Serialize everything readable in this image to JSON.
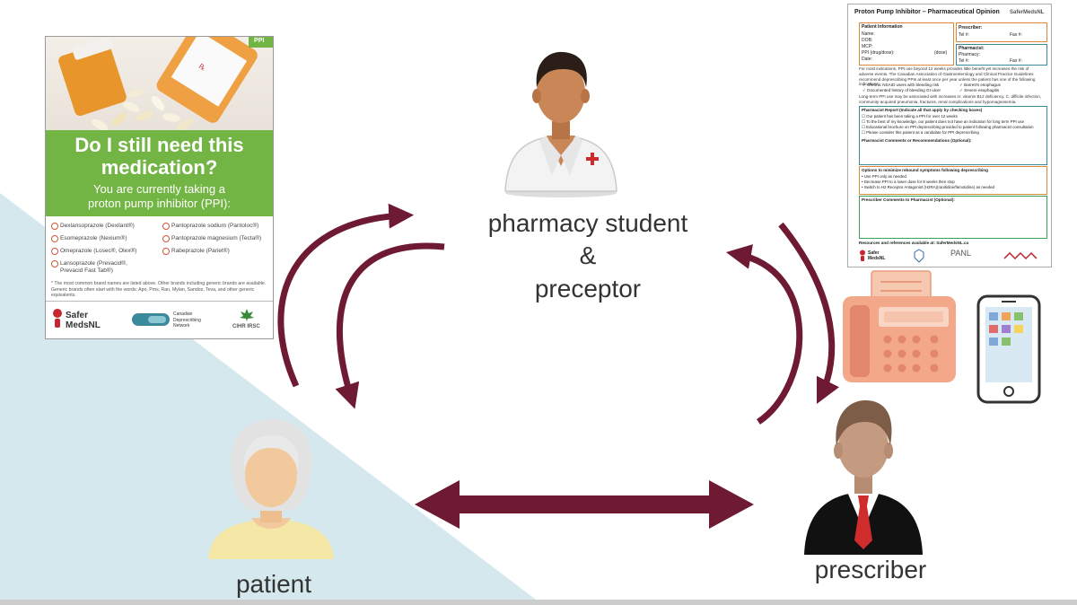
{
  "labels": {
    "student_line1": "pharmacy student",
    "student_line2": "&",
    "student_line3": "preceptor",
    "patient": "patient",
    "prescriber": "prescriber"
  },
  "poster": {
    "badge": "PPI",
    "headline_line1": "Do I still need this",
    "headline_line2": "medication?",
    "sub_line1": "You are currently taking a",
    "sub_line2": "proton pump inhibitor (PPI):",
    "drugs_left": [
      "Dexlansoprazole (Dexilant®)",
      "Esomeprazole (Nexium®)",
      "Omeprazole (Losec®, Olex®)",
      "Lansoprazole (Prevacid®,\nPrevacid Fast Tab®)"
    ],
    "drugs_right": [
      "Pantoprazole sodium (Pantoloc®)",
      "Pantoprazole magnesium (Tecta®)",
      "Rabeprazole (Pariet®)"
    ],
    "note": "* The most common brand names are listed above. Other brands including generic brands are available. Generic brands often start with the words: Apo, Pms, Ran, Mylan, Sandoz, Teva, and other generic equivalents.",
    "logo1": "Safer\nMedsNL",
    "logo2": "Canadian\nDeprescribing\nNetwork",
    "logo3": "CIHR IRSC"
  },
  "form": {
    "title": "Proton Pump Inhibitor – Pharmaceutical Opinion",
    "brand": "SaferMedsNL",
    "patient_info": "Patient Information",
    "name": "Name:",
    "dob": "DOB:",
    "mcp": "MCP:",
    "ppi": "PPI (drug/dose):",
    "date": "Date:",
    "dose_label": "(dose)",
    "prescriber": "Prescriber:",
    "tel": "Tel #:",
    "fax": "Fax #:",
    "pharmacist": "Pharmacist:",
    "pharmacy": "Pharmacy:",
    "intro": "For most indications, PPI use beyond 12 weeks provides little benefit yet increases the risk of adverse events. The Canadian Association of Gastroenterology and Clinical Practice Guidelines recommend deprescribing PPIs at least once per year unless the patient has one of the following indications:",
    "ind1": "✓ Chronic NSAID users with bleeding risk",
    "ind2": "✓ Documented history of bleeding GI ulcer",
    "ind3": "✓ Barrett's esophagus",
    "ind4": "✓ Severe esophagitis",
    "longterm": "Long-term PPI use may be associated with increases in: vitamin B12 deficiency, C. difficile infection, community-acquired pneumonia, fractures, renal complications and hypomagnesemia.",
    "report_title": "Pharmacist Report (Indicate all that apply by checking boxes)",
    "r1": "☐ Our patient has been taking a PPI for over 12 weeks",
    "r2": "☐ To the best of my knowledge, our patient does not have an indication for long term PPI use",
    "r3": "☐ Educational brochure on PPI deprescribing provided to patient following pharmacist consultation",
    "r4": "☐ Please consider this patient as a candidate for PPI deprescribing",
    "comments": "Pharmacist Comments or Recommendations (Optional):",
    "options_title": "Options to minimize rebound symptoms following deprescribing",
    "o1": "• Use PPI only as needed",
    "o2": "• Decrease PPI to a lower dose for 8 weeks then stop",
    "o3": "• Switch to H2 Receptor Antagonist (H2RA)(ranitidine/famotidine) as needed",
    "prescriber_comments": "Prescriber Comments to Pharmacist (Optional):",
    "resources": "Resources and references available at: SaferMedsNL.ca",
    "footer_logo1": "Safer\nMedsNL",
    "footer_logo2": "PANL"
  },
  "colors": {
    "arrow": "#6e1a33",
    "triangle": "#d4e8ee",
    "poster_green": "#73b545",
    "text": "#333333"
  }
}
